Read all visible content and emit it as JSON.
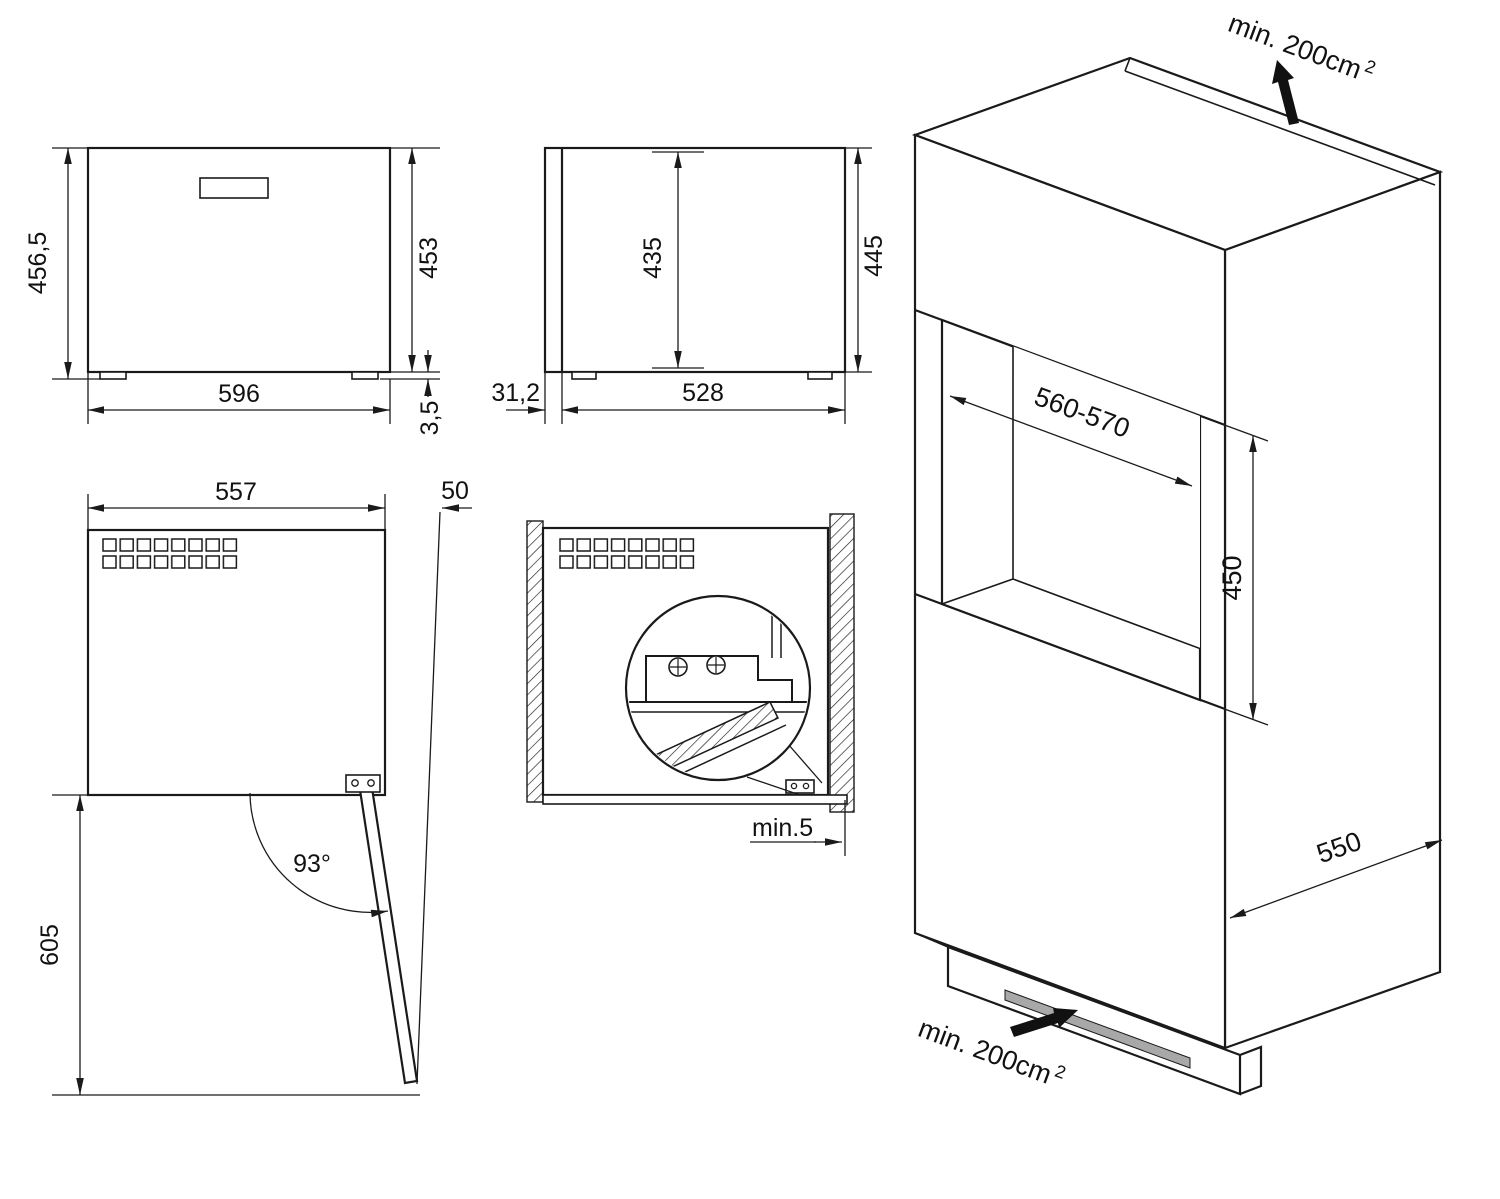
{
  "front_view": {
    "height_total": "456,5",
    "height_body": "453",
    "width": "596",
    "feet_height": "3,5"
  },
  "side_view": {
    "inner_height": "435",
    "height": "445",
    "front_offset": "31,2",
    "depth": "528"
  },
  "door_view": {
    "width": "557",
    "side_clearance": "50",
    "opening_angle": "93°",
    "door_projection": "605"
  },
  "section_view": {
    "min_gap": "min.5"
  },
  "iso_view": {
    "top_vent": "min. 200cm",
    "top_vent_sup": "2",
    "niche_width": "560-570",
    "niche_height": "450",
    "depth": "550",
    "bottom_vent": "min. 200cm",
    "bottom_vent_sup": "2"
  }
}
